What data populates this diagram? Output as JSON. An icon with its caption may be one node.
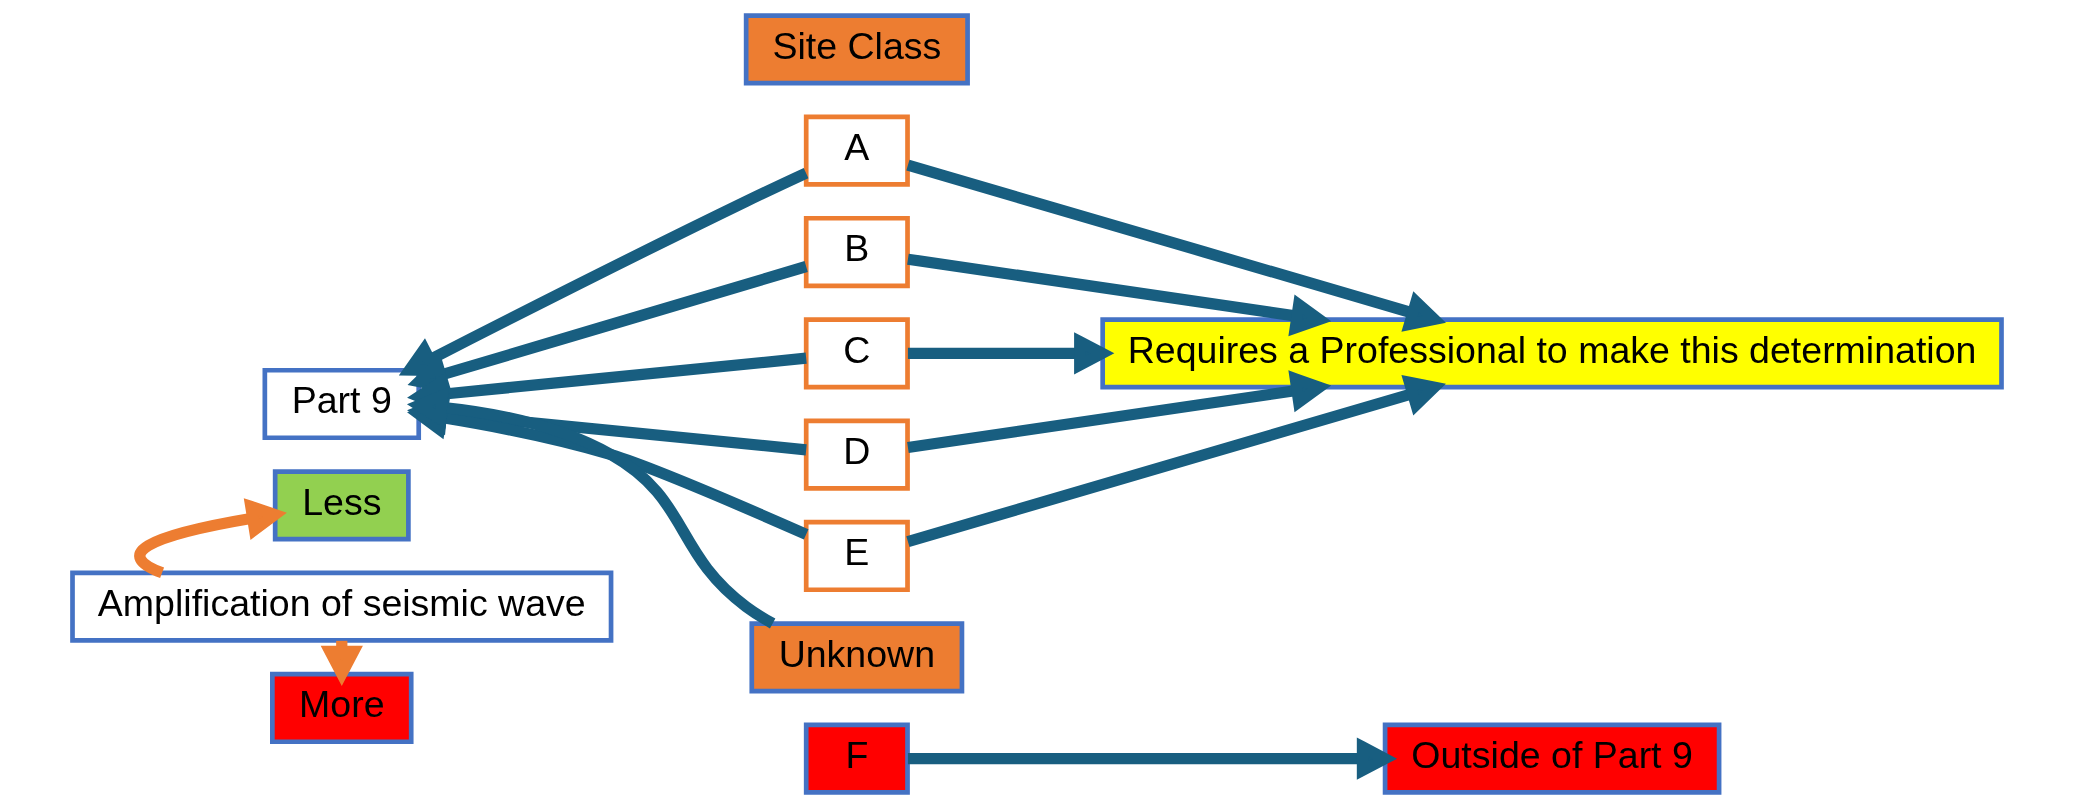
{
  "diagram": {
    "nodes": [
      {
        "text": [
          "Less"
        ]
      },
      {
        "text": [
          "Amplification of seismic wave"
        ]
      },
      {
        "text": [
          "More"
        ]
      },
      {
        "text": [
          "Site Class"
        ]
      },
      {
        "text": [
          "A"
        ]
      },
      {
        "text": [
          "B"
        ]
      },
      {
        "text": [
          "C"
        ]
      },
      {
        "text": [
          "D"
        ]
      },
      {
        "text": [
          "E"
        ]
      },
      {
        "text": [
          "Unknown"
        ]
      },
      {
        "text": [
          "F"
        ]
      },
      {
        "text": [
          "Part 9"
        ]
      },
      {
        "text": [
          "Requires a Professional to make this determination"
        ]
      },
      {
        "text": [
          "Outside of Part 9"
        ]
      }
    ],
    "edges": [
      {
        "from": 1,
        "to": 0,
        "arrow": "to",
        "color": "#ed7d31"
      },
      {
        "from": 1,
        "to": 2,
        "arrow": "to",
        "color": "#ed7d31"
      },
      {
        "from": 4,
        "to": 11,
        "arrow": "to"
      },
      {
        "from": 5,
        "to": 11,
        "arrow": "to"
      },
      {
        "from": 6,
        "to": 11,
        "arrow": "to"
      },
      {
        "from": 7,
        "to": 11,
        "arrow": "to"
      },
      {
        "from": 8,
        "to": 11,
        "arrow": "to"
      },
      {
        "from": 9,
        "to": 11,
        "arrow": "to"
      },
      {
        "from": 4,
        "to": 12,
        "arrow": "to"
      },
      {
        "from": 5,
        "to": 12,
        "arrow": "to"
      },
      {
        "from": 6,
        "to": 12,
        "arrow": "to"
      },
      {
        "from": 7,
        "to": 12,
        "arrow": "to"
      },
      {
        "from": 8,
        "to": 12,
        "arrow": "to"
      },
      {
        "from": 10,
        "to": 13,
        "arrow": "to"
      }
    ]
  }
}
